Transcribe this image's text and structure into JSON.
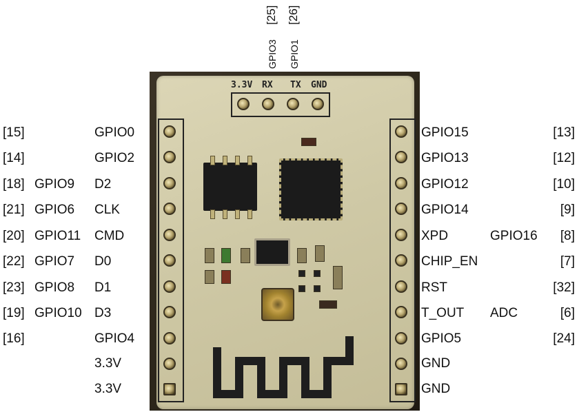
{
  "top_labels": [
    {
      "number": "[25]",
      "name": "GPIO3"
    },
    {
      "number": "[26]",
      "name": "GPIO1"
    }
  ],
  "board_silkscreen": [
    "3.3V",
    "RX",
    "TX",
    "GND"
  ],
  "left_pins": [
    {
      "num": "[15]",
      "alt": "",
      "name": "GPIO0"
    },
    {
      "num": "[14]",
      "alt": "",
      "name": "GPIO2"
    },
    {
      "num": "[18]",
      "alt": "GPIO9",
      "name": "D2"
    },
    {
      "num": "[21]",
      "alt": "GPIO6",
      "name": "CLK"
    },
    {
      "num": "[20]",
      "alt": "GPIO11",
      "name": "CMD"
    },
    {
      "num": "[22]",
      "alt": "GPIO7",
      "name": "D0"
    },
    {
      "num": "[23]",
      "alt": "GPIO8",
      "name": "D1"
    },
    {
      "num": "[19]",
      "alt": "GPIO10",
      "name": "D3"
    },
    {
      "num": "[16]",
      "alt": "",
      "name": "GPIO4"
    },
    {
      "num": "",
      "alt": "",
      "name": "3.3V"
    },
    {
      "num": "",
      "alt": "",
      "name": "3.3V"
    }
  ],
  "right_pins": [
    {
      "name": "GPIO15",
      "alt": "",
      "num": "[13]"
    },
    {
      "name": "GPIO13",
      "alt": "",
      "num": "[12]"
    },
    {
      "name": "GPIO12",
      "alt": "",
      "num": "[10]"
    },
    {
      "name": "GPIO14",
      "alt": "",
      "num": "[9]"
    },
    {
      "name": "XPD",
      "alt": "GPIO16",
      "num": "[8]"
    },
    {
      "name": "CHIP_EN",
      "alt": "",
      "num": "[7]"
    },
    {
      "name": "RST",
      "alt": "",
      "num": "[32]"
    },
    {
      "name": "T_OUT",
      "alt": "ADC",
      "num": "[6]"
    },
    {
      "name": "GPIO5",
      "alt": "",
      "num": "[24]"
    },
    {
      "name": "GND",
      "alt": "",
      "num": ""
    },
    {
      "name": "GND",
      "alt": "",
      "num": ""
    }
  ]
}
